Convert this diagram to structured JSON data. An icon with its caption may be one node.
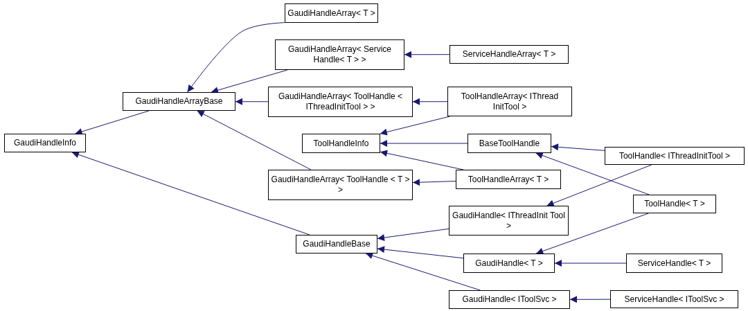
{
  "diagram": {
    "nodes": [
      {
        "text": [
          "GaudiHandleInfo"
        ]
      },
      {
        "text": [
          "GaudiHandleArrayBase"
        ]
      },
      {
        "text": [
          "GaudiHandleArray< T >"
        ]
      },
      {
        "text": [
          "GaudiHandleArray< Service Handle< T > >"
        ]
      },
      {
        "text": [
          "GaudiHandleArray< ToolHandle < IThreadInitTool > >"
        ]
      },
      {
        "text": [
          "ToolHandleInfo"
        ]
      },
      {
        "text": [
          "GaudiHandleArray< ToolHandle < T > >"
        ]
      },
      {
        "text": [
          "GaudiHandleBase"
        ]
      },
      {
        "text": [
          "ServiceHandleArray< T >"
        ]
      },
      {
        "text": [
          "ToolHandleArray< IThread InitTool >"
        ]
      },
      {
        "text": [
          "BaseToolHandle"
        ]
      },
      {
        "text": [
          "ToolHandleArray< T >"
        ]
      },
      {
        "text": [
          "GaudiHandle< IThreadInit Tool >"
        ]
      },
      {
        "text": [
          "GaudiHandle< T >"
        ]
      },
      {
        "text": [
          "GaudiHandle< IToolSvc >"
        ]
      },
      {
        "text": [
          "ToolHandle< IThreadInitTool >"
        ]
      },
      {
        "text": [
          "ToolHandle< T >"
        ]
      },
      {
        "text": [
          "ServiceHandle< T >"
        ]
      },
      {
        "text": [
          "ServiceHandle< IToolSvc >"
        ]
      }
    ],
    "edges": [
      {
        "from": 1,
        "to": 0,
        "arrow": "to"
      },
      {
        "from": 7,
        "to": 0,
        "arrow": "to"
      },
      {
        "from": 2,
        "to": 1,
        "arrow": "to"
      },
      {
        "from": 3,
        "to": 1,
        "arrow": "to"
      },
      {
        "from": 4,
        "to": 1,
        "arrow": "to"
      },
      {
        "from": 6,
        "to": 1,
        "arrow": "to"
      },
      {
        "from": 8,
        "to": 3,
        "arrow": "to"
      },
      {
        "from": 9,
        "to": 4,
        "arrow": "to"
      },
      {
        "from": 9,
        "to": 5,
        "arrow": "to"
      },
      {
        "from": 10,
        "to": 5,
        "arrow": "to"
      },
      {
        "from": 11,
        "to": 5,
        "arrow": "to"
      },
      {
        "from": 11,
        "to": 6,
        "arrow": "to"
      },
      {
        "from": 12,
        "to": 7,
        "arrow": "to"
      },
      {
        "from": 13,
        "to": 7,
        "arrow": "to"
      },
      {
        "from": 14,
        "to": 7,
        "arrow": "to"
      },
      {
        "from": 15,
        "to": 10,
        "arrow": "to"
      },
      {
        "from": 15,
        "to": 12,
        "arrow": "to"
      },
      {
        "from": 16,
        "to": 10,
        "arrow": "to"
      },
      {
        "from": 16,
        "to": 13,
        "arrow": "to"
      },
      {
        "from": 17,
        "to": 13,
        "arrow": "to"
      },
      {
        "from": 18,
        "to": 14,
        "arrow": "to"
      }
    ]
  }
}
